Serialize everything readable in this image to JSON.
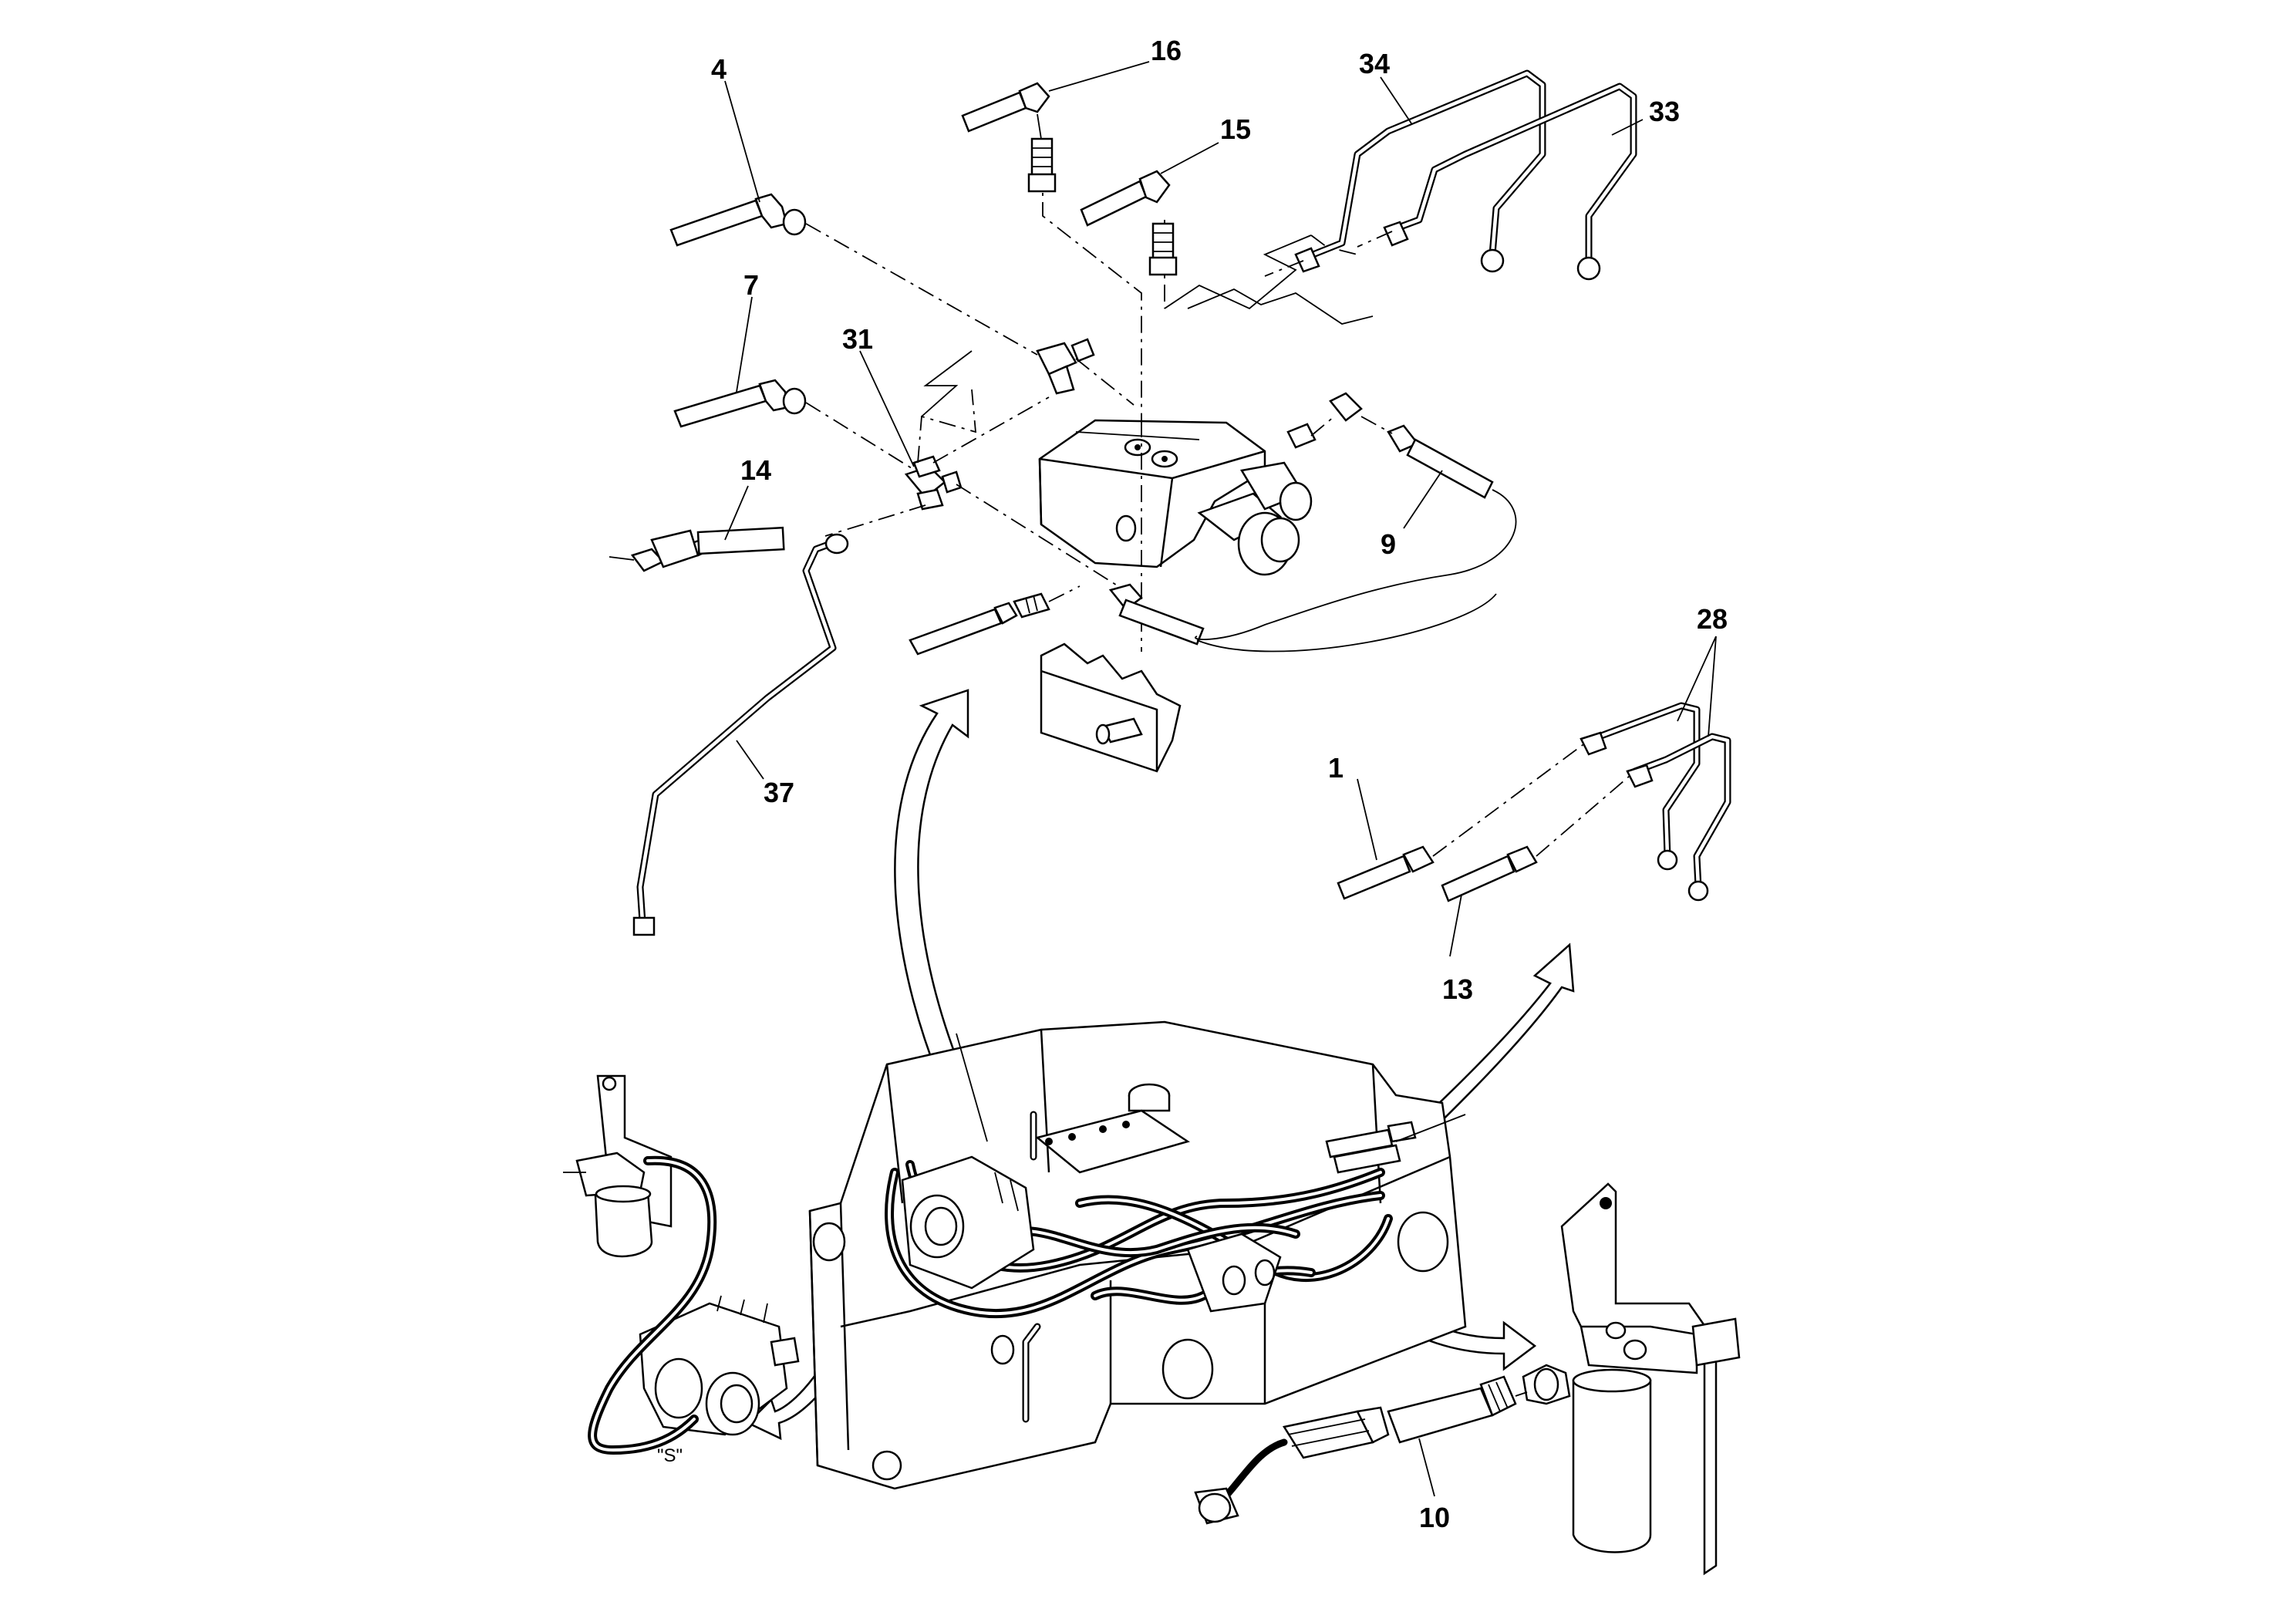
{
  "callouts": {
    "c1": "1",
    "c4": "4",
    "c7": "7",
    "c9": "9",
    "c10": "10",
    "c13": "13",
    "c14": "14",
    "c15": "15",
    "c16": "16",
    "c28": "28",
    "c31": "31",
    "c33": "33",
    "c34": "34",
    "c37": "37"
  },
  "notes": {
    "s_mark": "\"S\""
  }
}
